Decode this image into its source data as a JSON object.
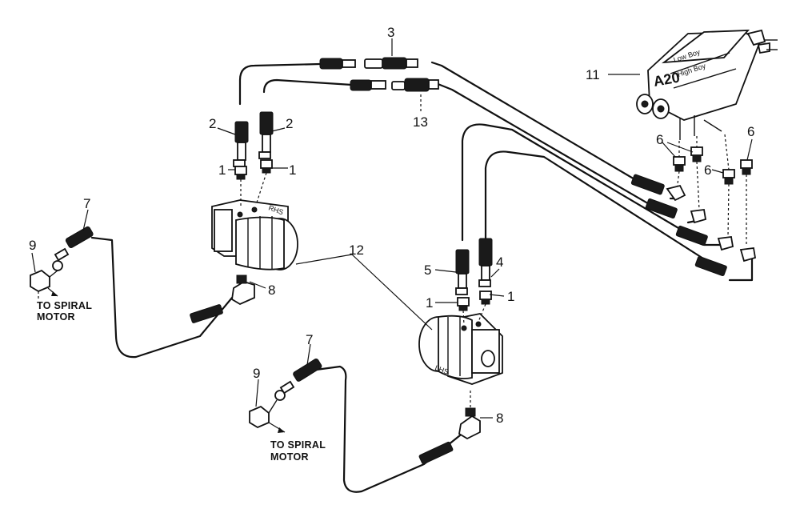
{
  "callouts": {
    "c1a": "1",
    "c1b": "1",
    "c1c": "1",
    "c1d": "1",
    "c2a": "2",
    "c2b": "2",
    "c3": "3",
    "c4": "4",
    "c5": "5",
    "c6a": "6",
    "c6b": "6",
    "c6c": "6",
    "c7a": "7",
    "c7b": "7",
    "c8a": "8",
    "c8b": "8",
    "c9a": "9",
    "c9b": "9",
    "c11": "11",
    "c12": "12",
    "c13": "13"
  },
  "notes": {
    "to_spiral_line1": "TO SPIRAL",
    "to_spiral_line2": "MOTOR"
  },
  "motor_labels": {
    "rhs": "RHS",
    "lhs": "LHS"
  },
  "valve_labels": {
    "model": "A20",
    "low": "Low Boy",
    "high": "High Boy"
  }
}
